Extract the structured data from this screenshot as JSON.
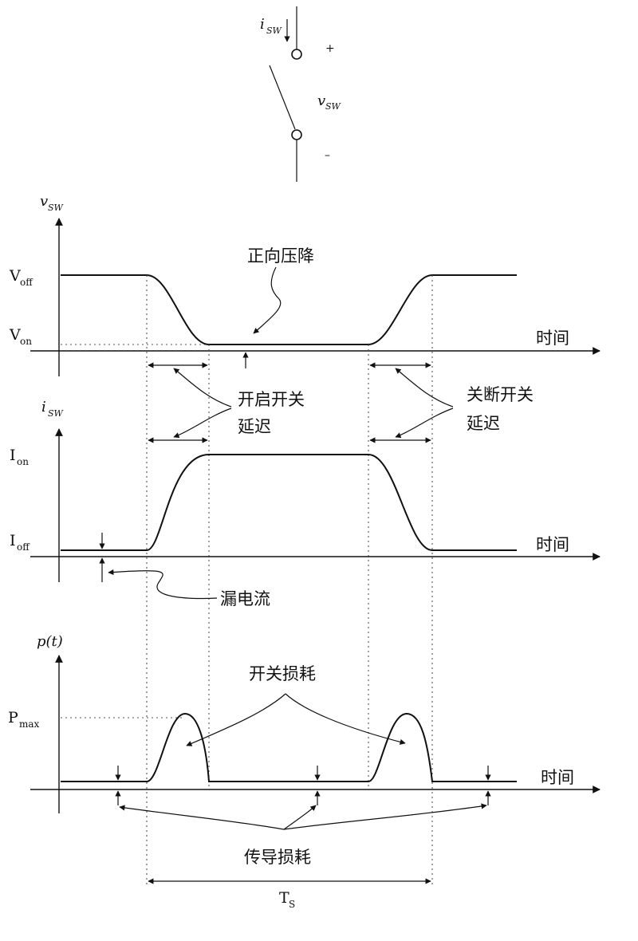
{
  "switch": {
    "current_symbol": "i",
    "current_sub": "SW",
    "voltage_symbol": "v",
    "voltage_sub": "SW",
    "plus": "+",
    "minus": "–"
  },
  "plot_voltage": {
    "ylabel": "v",
    "ylabel_sub": "SW",
    "level_high": "V",
    "level_high_sub": "off",
    "level_low": "V",
    "level_low_sub": "on",
    "time_label": "时间",
    "annot_forward_drop": "正向压降"
  },
  "delays": {
    "turn_on_line1": "开启开关",
    "turn_on_line2": "延迟",
    "turn_off_line1": "关断开关",
    "turn_off_line2": "延迟"
  },
  "plot_current": {
    "ylabel": "i",
    "ylabel_sub": "SW",
    "level_high": "I",
    "level_high_sub": "on",
    "level_low": "I",
    "level_low_sub": "off",
    "time_label": "时间",
    "annot_leakage": "漏电流"
  },
  "plot_power": {
    "ylabel": "p(t)",
    "level_max": "P",
    "level_max_sub": "max",
    "time_label": "时间",
    "annot_switching_loss": "开关损耗",
    "annot_conduction_loss": "传导损耗",
    "period": "T",
    "period_sub": "S"
  }
}
